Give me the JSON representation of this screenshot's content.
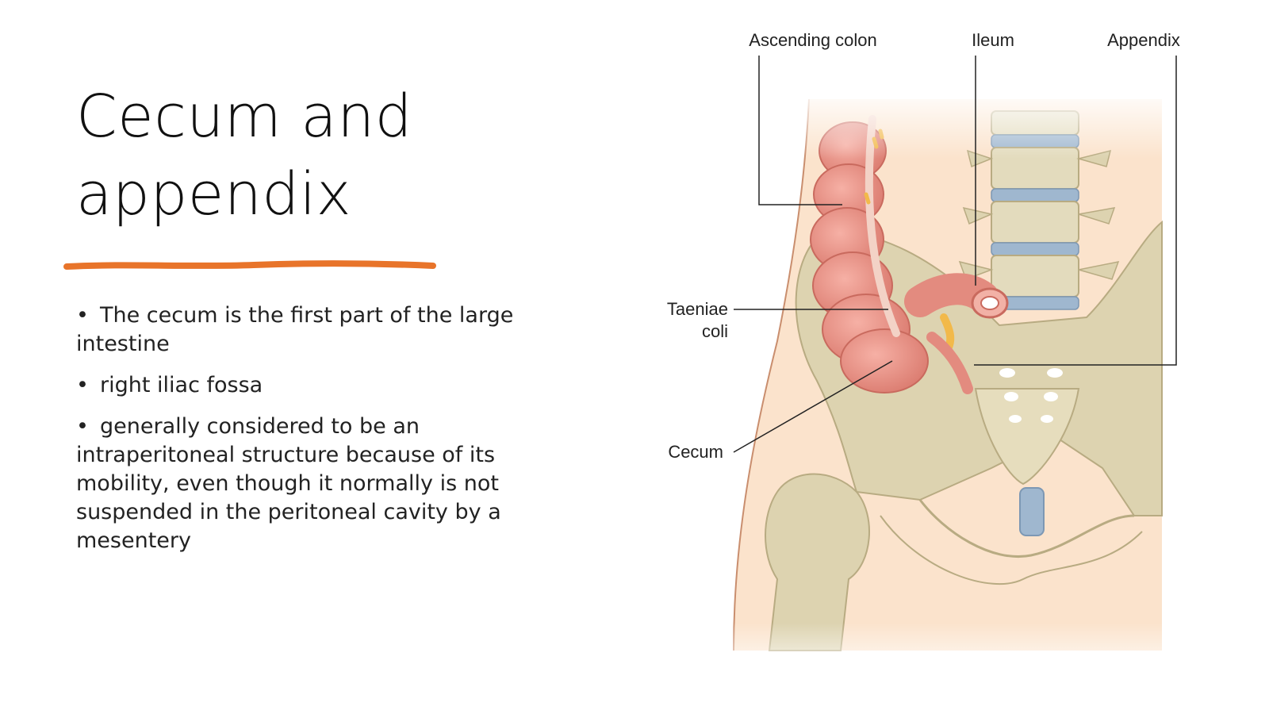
{
  "slide": {
    "title_line1": "Cecum and",
    "title_line2": "appendix",
    "accent_color": "#e8742a",
    "bullets": [
      "The cecum is the first part of the large intestine",
      "right iliac fossa",
      "generally considered to be an intraperitoneal structure because of its mobility, even though it normally is not suspended in the peritoneal cavity by a mesentery"
    ]
  },
  "figure": {
    "labels": {
      "ascending_colon": "Ascending colon",
      "ileum": "Ileum",
      "appendix": "Appendix",
      "taeniae_line1": "Taeniae",
      "taeniae_line2": "coli",
      "cecum": "Cecum"
    },
    "colors": {
      "skin": "#fbe3cc",
      "bone": "#ddd3b0",
      "bone_shadow": "#b8ab82",
      "colon": "#eb9387",
      "colon_dark": "#c96a5e",
      "disc": "#9fb7cf",
      "fat": "#f2b94a"
    }
  }
}
